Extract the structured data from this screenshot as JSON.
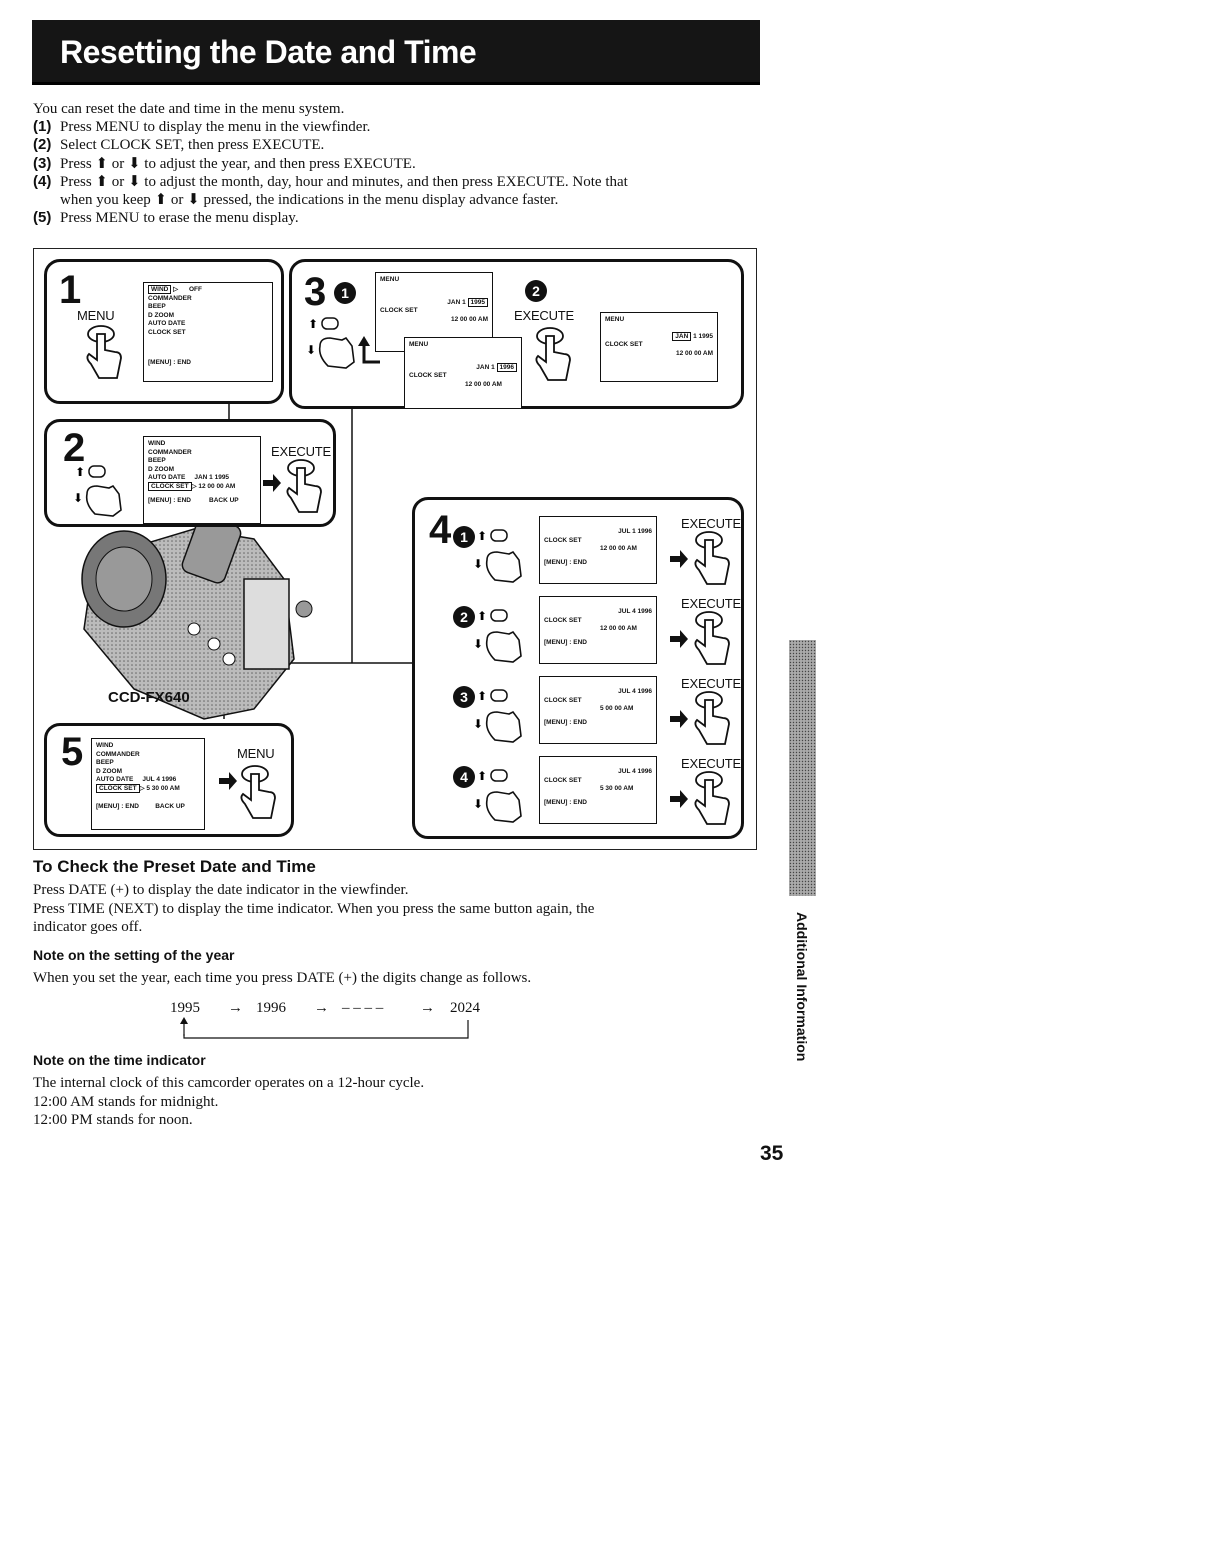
{
  "title": "Resetting the Date and Time",
  "intro": {
    "lead": "You can reset the date and time in the menu system.",
    "steps": [
      {
        "num": "(1)",
        "text": "Press MENU to display the menu in the viewfinder."
      },
      {
        "num": "(2)",
        "text": "Select CLOCK SET, then press EXECUTE."
      },
      {
        "num": "(3)",
        "text": "Press ⬆ or ⬇ to adjust the year, and then press EXECUTE."
      },
      {
        "num": "(4)",
        "text": "Press ⬆ or ⬇ to adjust the month, day, hour and minutes, and then press EXECUTE. Note that"
      },
      {
        "num": "",
        "text": "when you keep ⬆ or ⬇ pressed, the indications in the menu display advance faster."
      },
      {
        "num": "(5)",
        "text": "Press MENU to erase the menu display."
      }
    ]
  },
  "diagram": {
    "step1": {
      "num": "1",
      "button": "MENU",
      "screen": [
        "WIND",
        "OFF",
        "COMMANDER",
        "BEEP",
        "D ZOOM",
        "AUTO DATE",
        "CLOCK SET",
        "[MENU] : END"
      ]
    },
    "step2": {
      "num": "2",
      "button": "EXECUTE",
      "screen": [
        "WIND",
        "COMMANDER",
        "BEEP",
        "D ZOOM",
        "AUTO DATE",
        "JAN  1 1995",
        "CLOCK SET",
        "12  00  00  AM",
        "[MENU] : END",
        "BACK UP"
      ]
    },
    "step3": {
      "num": "3",
      "sub1": "1",
      "sub2": "2",
      "button": "EXECUTE",
      "menu": "MENU",
      "clock": "CLOCK SET",
      "date_a": "JAN  1",
      "year_a": "1995",
      "time_a": "12  00  00  AM",
      "date_b": "JAN  1",
      "year_b": "1996",
      "time_b": "12  00  00  AM",
      "date_c": "JAN",
      "day_c": "1  1995",
      "time_c": "12  00  00  AM"
    },
    "step4": {
      "num": "4",
      "button": "EXECUTE",
      "rows": [
        {
          "sub": "1",
          "date": "JUL   1 1996",
          "time": "12  00  00  AM",
          "clock": "CLOCK SET",
          "end": "[MENU] : END"
        },
        {
          "sub": "2",
          "date": "JUL   4 1996",
          "time": "12  00  00  AM",
          "clock": "CLOCK SET",
          "end": "[MENU] : END"
        },
        {
          "sub": "3",
          "date": "JUL   4 1996",
          "time": "5  00  00  AM",
          "clock": "CLOCK SET",
          "end": "[MENU] : END"
        },
        {
          "sub": "4",
          "date": "JUL   4 1996",
          "time": "5  30  00  AM",
          "clock": "CLOCK SET",
          "end": "[MENU] : END"
        }
      ]
    },
    "step5": {
      "num": "5",
      "button": "MENU",
      "screen": [
        "WIND",
        "COMMANDER",
        "BEEP",
        "D ZOOM",
        "AUTO DATE",
        "JUL  4 1996",
        "CLOCK SET",
        "5  30  00  AM",
        "[MENU] : END",
        "BACK UP"
      ]
    },
    "model": "CCD-FX640"
  },
  "check": {
    "heading": "To Check the Preset Date and Time",
    "p1": "Press DATE (+) to display the date indicator in the viewfinder.",
    "p2a": "Press TIME (NEXT) to display the time indicator. When you press the same button again, the",
    "p2b": "indicator goes off."
  },
  "note_year": {
    "heading": "Note on the setting of the year",
    "text": "When you set the year, each time you press DATE (+) the digits change as follows.",
    "seq": [
      "1995",
      "→",
      "1996",
      "→",
      "– – – –",
      "→",
      "2024"
    ]
  },
  "note_time": {
    "heading": "Note on the time indicator",
    "l1": "The internal clock of this camcorder operates on a 12-hour cycle.",
    "l2": "12:00 AM stands for midnight.",
    "l3": "12:00 PM stands for noon."
  },
  "side_tab": "Additional Information",
  "page_number": "35"
}
